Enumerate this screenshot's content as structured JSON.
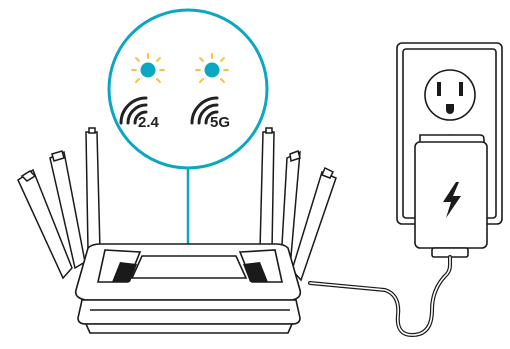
{
  "leds": [
    {
      "band": "2.4",
      "icon": "wifi-signal-icon",
      "state": "on"
    },
    {
      "band": "5G",
      "icon": "wifi-signal-icon",
      "state": "on"
    }
  ],
  "icons": {
    "power_adapter": "lightning-bolt-icon",
    "outlet": "wall-outlet-icon"
  },
  "colors": {
    "led": "#0aa6c2",
    "led_glow": "#f5c542",
    "outline": "#1a1a1a",
    "callout": "#0aa6c2",
    "adapter_fill": "#ffffff"
  }
}
